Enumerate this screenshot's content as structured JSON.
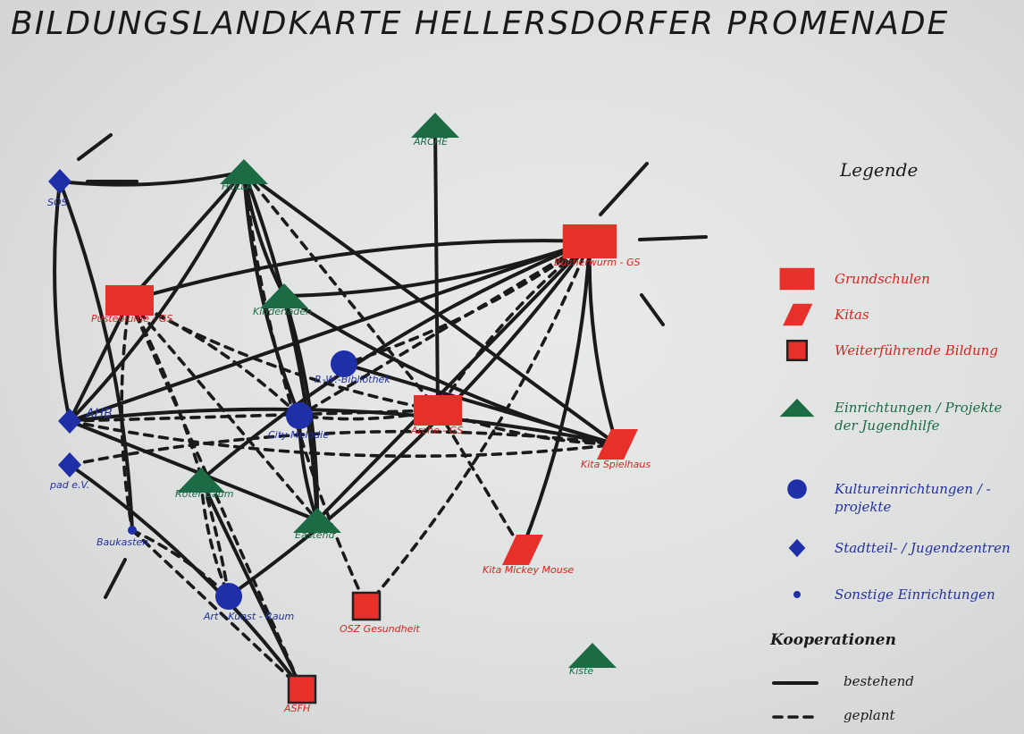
{
  "title": "BILDUNGSLANDKARTE HELLERSDORFER PROMENADE",
  "colors": {
    "red": "#e8302b",
    "green": "#1c6b45",
    "blue": "#1f2fa8",
    "line": "#1a1a1a"
  },
  "nodes": {
    "sos": {
      "label": "SOS",
      "type": "center"
    },
    "hella": {
      "label": "HELLA",
      "type": "youth"
    },
    "arche": {
      "label": "ARCHE",
      "type": "youth"
    },
    "buecherwurm": {
      "label": "Bücherwurm - GS",
      "type": "school"
    },
    "pusteblume": {
      "label": "Pusteblume - GS",
      "type": "school"
    },
    "kinderladen": {
      "label": "Kinderladen",
      "type": "youth"
    },
    "bibliothek": {
      "label": "P.-W.-Bibliothek",
      "type": "culture"
    },
    "ahb": {
      "label": "AHB",
      "type": "center"
    },
    "citymelodie": {
      "label": "City-Melodie",
      "type": "culture"
    },
    "arche_gs": {
      "label": "Arche - GS",
      "type": "school"
    },
    "kita_spielhaus": {
      "label": "Kita Spielhaus",
      "type": "kita"
    },
    "pad": {
      "label": "pad e.V.",
      "type": "center"
    },
    "roter_baum": {
      "label": "Roter Baum",
      "type": "youth"
    },
    "eastend": {
      "label": "Eastend",
      "type": "youth"
    },
    "baukasten": {
      "label": "Baukasten",
      "type": "other"
    },
    "kita_mickey": {
      "label": "Kita Mickey Mouse",
      "type": "kita"
    },
    "art_kunst": {
      "label": "Art - Kunst - Raum",
      "type": "culture"
    },
    "osz": {
      "label": "OSZ Gesundheit",
      "type": "further"
    },
    "asfh": {
      "label": "ASFH",
      "type": "further"
    },
    "kiste": {
      "label": "Kiste",
      "type": "youth"
    }
  },
  "edges": {
    "existing": [
      [
        "hella",
        "sos"
      ],
      [
        "hella",
        "pusteblume"
      ],
      [
        "hella",
        "kinderladen"
      ],
      [
        "hella",
        "eastend"
      ],
      [
        "hella",
        "kita_spielhaus"
      ],
      [
        "hella",
        "citymelodie"
      ],
      [
        "hella",
        "ahb"
      ],
      [
        "arche",
        "arche_gs"
      ],
      [
        "buecherwurm",
        "pusteblume"
      ],
      [
        "buecherwurm",
        "kinderladen"
      ],
      [
        "buecherwurm",
        "ahb"
      ],
      [
        "buecherwurm",
        "kita_spielhaus"
      ],
      [
        "buecherwurm",
        "kita_mickey"
      ],
      [
        "buecherwurm",
        "eastend"
      ],
      [
        "buecherwurm",
        "roter_baum"
      ],
      [
        "buecherwurm",
        "art_kunst"
      ],
      [
        "pusteblume",
        "ahb"
      ],
      [
        "kinderladen",
        "kita_spielhaus"
      ],
      [
        "kinderladen",
        "eastend"
      ],
      [
        "bibliothek",
        "kita_spielhaus"
      ],
      [
        "citymelodie",
        "eastend"
      ],
      [
        "ahb",
        "kita_spielhaus"
      ],
      [
        "ahb",
        "eastend"
      ],
      [
        "sos",
        "ahb"
      ],
      [
        "pad",
        "asfh"
      ],
      [
        "roter_baum",
        "asfh"
      ],
      [
        "baukasten",
        "sos"
      ]
    ],
    "planned": [
      [
        "hella",
        "arche_gs"
      ],
      [
        "hella",
        "osz"
      ],
      [
        "pusteblume",
        "citymelodie"
      ],
      [
        "pusteblume",
        "eastend"
      ],
      [
        "pusteblume",
        "baukasten"
      ],
      [
        "pusteblume",
        "art_kunst"
      ],
      [
        "pusteblume",
        "asfh"
      ],
      [
        "pusteblume",
        "arche_gs"
      ],
      [
        "buecherwurm",
        "bibliothek"
      ],
      [
        "buecherwurm",
        "citymelodie"
      ],
      [
        "buecherwurm",
        "arche_gs"
      ],
      [
        "buecherwurm",
        "osz"
      ],
      [
        "arche_gs",
        "kita_mickey"
      ],
      [
        "arche_gs",
        "kita_spielhaus"
      ],
      [
        "arche_gs",
        "citymelodie"
      ],
      [
        "ahb",
        "arche_gs"
      ],
      [
        "ahb",
        "kita_spielhaus"
      ],
      [
        "baukasten",
        "art_kunst"
      ],
      [
        "baukasten",
        "asfh"
      ],
      [
        "roter_baum",
        "art_kunst"
      ],
      [
        "pad",
        "kita_spielhaus"
      ]
    ]
  },
  "legend": {
    "title": "Legende",
    "items": [
      {
        "type": "school",
        "text": "Grundschulen"
      },
      {
        "type": "kita",
        "text": "Kitas"
      },
      {
        "type": "further",
        "text": "Weiterführende Bildung"
      },
      {
        "type": "youth",
        "text": "Einrichtungen / Projekte der Jugendhilfe"
      },
      {
        "type": "culture",
        "text": "Kultureinrichtungen / -projekte"
      },
      {
        "type": "center",
        "text": "Stadtteil- / Jugendzentren"
      },
      {
        "type": "other",
        "text": "Sonstige Einrichtungen"
      }
    ],
    "cooperation_title": "Kooperationen",
    "existing_label": "bestehend",
    "planned_label": "geplant"
  }
}
